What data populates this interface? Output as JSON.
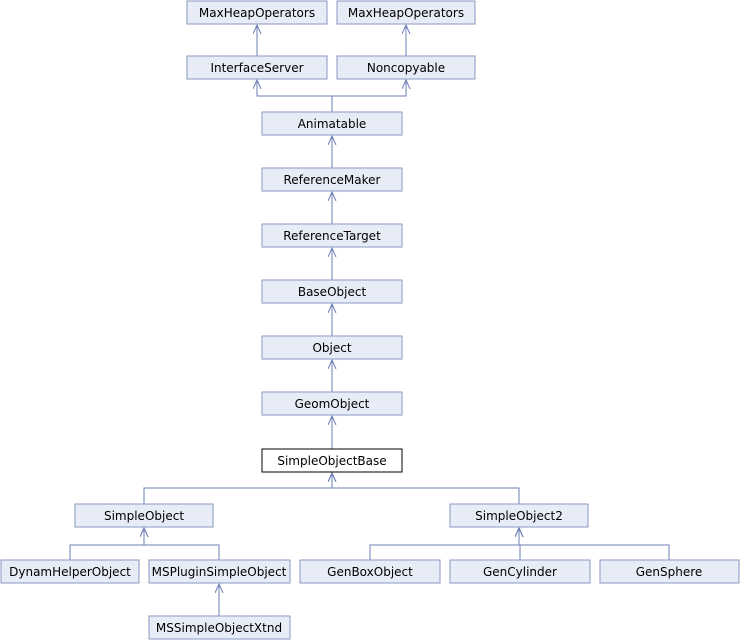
{
  "colors": {
    "node_fill": "#e8ecf6",
    "node_stroke": "#8a9ac4",
    "highlight_fill": "#ffffff",
    "highlight_stroke": "#000000",
    "edge": "#6e7fb5"
  },
  "highlighted_class": "SimpleObjectBase",
  "nodes": {
    "maxheap1": "MaxHeapOperators",
    "maxheap2": "MaxHeapOperators",
    "interfaceserver": "InterfaceServer",
    "noncopyable": "Noncopyable",
    "animatable": "Animatable",
    "referencemaker": "ReferenceMaker",
    "referencetarget": "ReferenceTarget",
    "baseobject": "BaseObject",
    "object": "Object",
    "geomobject": "GeomObject",
    "simpleobjectbase": "SimpleObjectBase",
    "simpleobject": "SimpleObject",
    "simpleobject2": "SimpleObject2",
    "dynamhelperobject": "DynamHelperObject",
    "mspluginsimpleobject": "MSPluginSimpleObject",
    "genboxobject": "GenBoxObject",
    "gencylinder": "GenCylinder",
    "gensphere": "GenSphere",
    "mssimpleobjectxtnd": "MSSimpleObjectXtnd"
  }
}
